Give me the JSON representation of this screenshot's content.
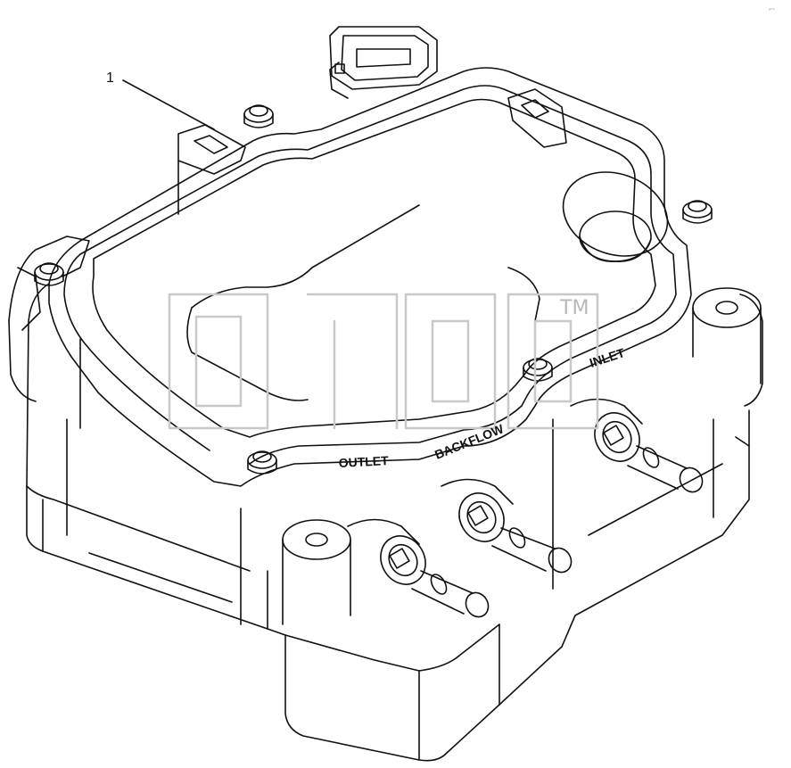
{
  "diagram": {
    "callouts": [
      {
        "number": "1",
        "target": "cover"
      }
    ],
    "port_labels": {
      "outlet": "OUTLET",
      "backflow": "BACKFLOW",
      "inlet": "INLET"
    },
    "watermark": {
      "trademark": "TM"
    },
    "corner_mark": "⌐~"
  }
}
